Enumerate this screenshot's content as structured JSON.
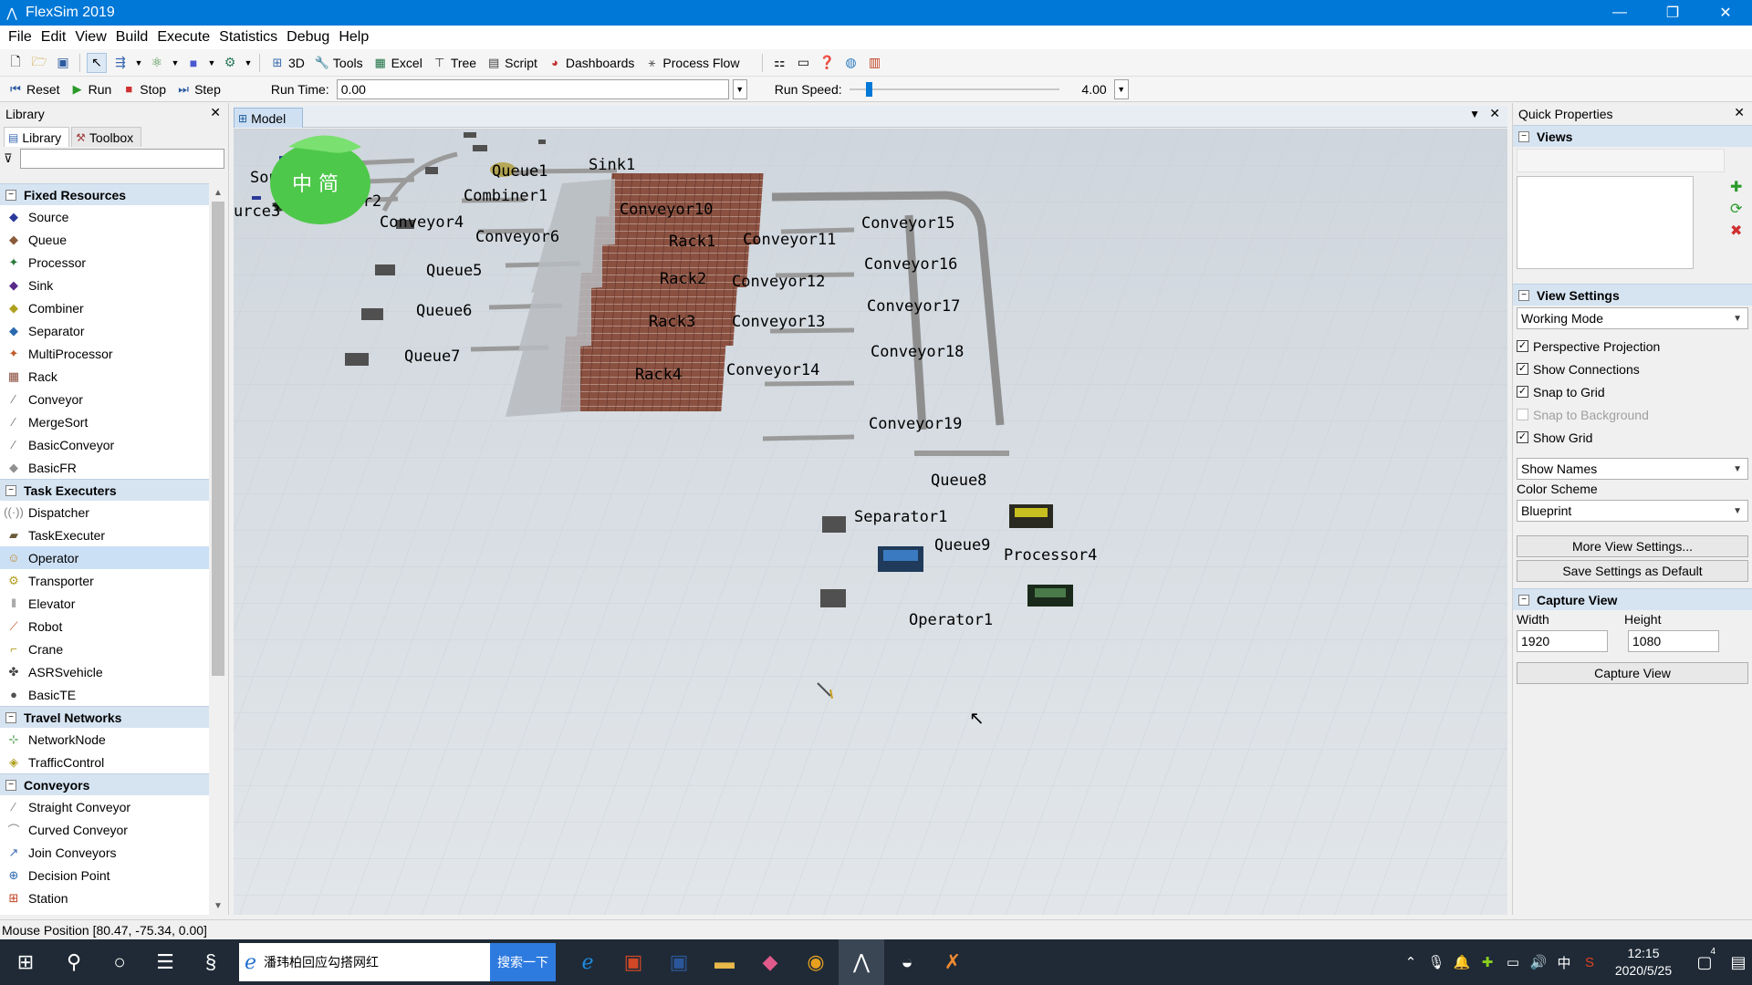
{
  "window": {
    "title": "FlexSim 2019",
    "minimize": "—",
    "restore": "❐",
    "close": "✕"
  },
  "menu": [
    "File",
    "Edit",
    "View",
    "Build",
    "Execute",
    "Statistics",
    "Debug",
    "Help"
  ],
  "toolbar": {
    "view3d": "3D",
    "tools": "Tools",
    "excel": "Excel",
    "tree": "Tree",
    "script": "Script",
    "dashboards": "Dashboards",
    "process_flow": "Process Flow"
  },
  "run": {
    "reset": "Reset",
    "run": "Run",
    "stop": "Stop",
    "step": "Step",
    "run_time_label": "Run Time:",
    "run_time_value": "0.00",
    "run_speed_label": "Run Speed:",
    "run_speed_value": "4.00"
  },
  "library": {
    "title": "Library",
    "tabs": [
      "Library",
      "Toolbox"
    ],
    "categories": [
      {
        "name": "Fixed Resources",
        "items": [
          "Source",
          "Queue",
          "Processor",
          "Sink",
          "Combiner",
          "Separator",
          "MultiProcessor",
          "Rack",
          "Conveyor",
          "MergeSort",
          "BasicConveyor",
          "BasicFR"
        ]
      },
      {
        "name": "Task Executers",
        "items": [
          "Dispatcher",
          "TaskExecuter",
          "Operator",
          "Transporter",
          "Elevator",
          "Robot",
          "Crane",
          "ASRSvehicle",
          "BasicTE"
        ]
      },
      {
        "name": "Travel Networks",
        "items": [
          "NetworkNode",
          "TrafficControl"
        ]
      },
      {
        "name": "Conveyors",
        "items": [
          "Straight Conveyor",
          "Curved Conveyor",
          "Join Conveyors",
          "Decision Point",
          "Station"
        ]
      }
    ],
    "selected_item": "Operator"
  },
  "model": {
    "tab_label": "Model",
    "labels": [
      "Source1",
      "Queue1",
      "Sink1",
      "Conveyor2",
      "urce3",
      "Combiner1",
      "Conveyor10",
      "Conveyor4",
      "Conveyor15",
      "Conveyor6",
      "Rack1",
      "Conveyor11",
      "Queue5",
      "Conveyor16",
      "Rack2",
      "Conveyor12",
      "Queue6",
      "Conveyor17",
      "Rack3",
      "Conveyor13",
      "Queue7",
      "Conveyor18",
      "Rack4",
      "Conveyor14",
      "Conveyor19",
      "Queue8",
      "Separator1",
      "Queue9",
      "Processor4",
      "Operator1"
    ],
    "ime_text": "中 简"
  },
  "quick_properties": {
    "title": "Quick Properties",
    "views_section": "Views",
    "view_settings_section": "View Settings",
    "working_mode": "Working Mode",
    "checks": [
      {
        "label": "Perspective Projection",
        "checked": true,
        "disabled": false
      },
      {
        "label": "Show Connections",
        "checked": true,
        "disabled": false
      },
      {
        "label": "Snap to Grid",
        "checked": true,
        "disabled": false
      },
      {
        "label": "Snap to Background",
        "checked": false,
        "disabled": true
      },
      {
        "label": "Show Grid",
        "checked": true,
        "disabled": false
      }
    ],
    "show_names": "Show Names",
    "color_scheme_label": "Color Scheme",
    "color_scheme": "Blueprint",
    "more_view_settings": "More View Settings...",
    "save_default": "Save Settings as Default",
    "capture_section": "Capture View",
    "width_label": "Width",
    "height_label": "Height",
    "width_value": "1920",
    "height_value": "1080",
    "capture_button": "Capture View"
  },
  "status": {
    "mouse_position": "Mouse Position [80.47, -75.34, 0.00]"
  },
  "taskbar": {
    "search_text": "潘玮柏回应勾搭网红",
    "search_button": "搜索一下",
    "ime": "中",
    "time": "12:15",
    "date": "2020/5/25",
    "notif_count": "4"
  },
  "colors": {
    "accent": "#0078d7",
    "rack": "#8a4a3a",
    "taskbar": "#1f2a36"
  }
}
